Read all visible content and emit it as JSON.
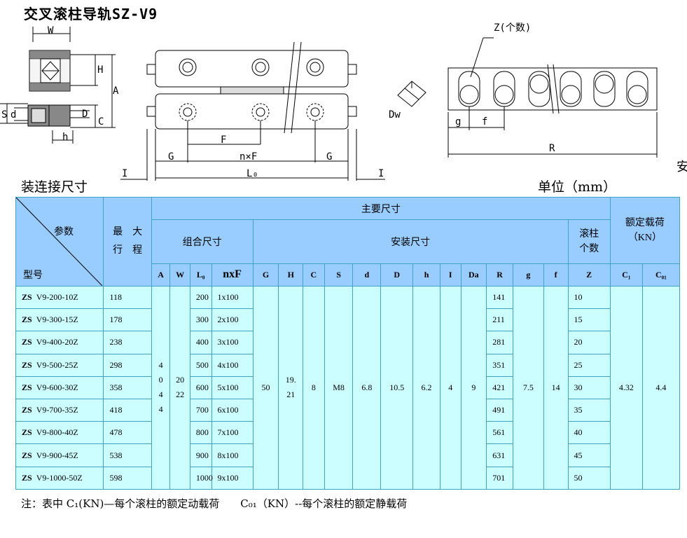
{
  "title": "交叉滚柱导轨SZ-V9",
  "drawing_labels": {
    "W": "W",
    "H": "H",
    "A": "A",
    "S": "S",
    "d": "d",
    "D": "D",
    "C": "C",
    "h": "h",
    "F": "F",
    "G": "G",
    "nF": "n×F",
    "L0": "L₀",
    "I": "I",
    "Dw": "Dw",
    "Z": "Z(个数)",
    "g": "g",
    "f": "f",
    "R": "R"
  },
  "subtitle_left": "装连接尺寸",
  "subtitle_right": "单位（mm）",
  "edge_char": "安",
  "table": {
    "corner_params": "参数",
    "corner_model": "型号",
    "max_stroke_1": "最　大",
    "max_stroke_2": "行　程",
    "main_dims": "主要尺寸",
    "rated_load_1": "额定载荷",
    "rated_load_2": "（KN）",
    "combo_dims": "组合尺寸",
    "install_dims": "安装尺寸",
    "roller_count_1": "滚柱",
    "roller_count_2": "个数",
    "col_A": "A",
    "col_W": "W",
    "col_L0": "L₀",
    "col_nxF": "nxF",
    "col_G": "G",
    "col_H": "H",
    "col_C": "C",
    "col_S": "S",
    "col_d": "d",
    "col_D": "D",
    "col_h": "h",
    "col_I": "I",
    "col_Da": "Da",
    "col_R": "R",
    "col_g": "g",
    "col_f": "f",
    "col_Z": "Z",
    "col_C1": "C₁",
    "col_C01": "C₀₁",
    "rows": [
      {
        "prefix": "ZS",
        "model": "V9-200-10Z",
        "stroke": "118",
        "L0": "200",
        "nF": "1x100",
        "R": "141",
        "Z": "10"
      },
      {
        "prefix": "ZS",
        "model": "V9-300-15Z",
        "stroke": "178",
        "L0": "300",
        "nF": "2x100",
        "R": "211",
        "Z": "15"
      },
      {
        "prefix": "ZS",
        "model": "V9-400-20Z",
        "stroke": "238",
        "L0": "400",
        "nF": "3x100",
        "R": "281",
        "Z": "20"
      },
      {
        "prefix": "ZS",
        "model": "V9-500-25Z",
        "stroke": "298",
        "L0": "500",
        "nF": "4x100",
        "R": "351",
        "Z": "25"
      },
      {
        "prefix": "ZS",
        "model": "V9-600-30Z",
        "stroke": "358",
        "L0": "600",
        "nF": "5x100",
        "R": "421",
        "Z": "30"
      },
      {
        "prefix": "ZS",
        "model": "V9-700-35Z",
        "stroke": "418",
        "L0": "700",
        "nF": "6x100",
        "R": "491",
        "Z": "35"
      },
      {
        "prefix": "ZS",
        "model": "V9-800-40Z",
        "stroke": "478",
        "L0": "800",
        "nF": "7x100",
        "R": "561",
        "Z": "40"
      },
      {
        "prefix": "ZS",
        "model": "V9-900-45Z",
        "stroke": "538",
        "L0": "900",
        "nF": "8x100",
        "R": "631",
        "Z": "45"
      },
      {
        "prefix": "ZS",
        "model": "V9-1000-50Z",
        "stroke": "598",
        "L0": "1000",
        "nF": "9x100",
        "R": "701",
        "Z": "50"
      }
    ],
    "shared": {
      "A_1": "4",
      "A_2": "0",
      "A_3": "4",
      "A_4": "4",
      "W_1": "20",
      "W_2": "22",
      "G": "50",
      "H_1": "19.",
      "H_2": "21",
      "C": "8",
      "S": "M8",
      "d": "6.8",
      "D": "10.5",
      "h": "6.2",
      "I": "4",
      "Da": "9",
      "g": "7.5",
      "f": "14",
      "C1": "4.32",
      "C01": "4.4"
    }
  },
  "note": "注：表中 C₁(KN)—每个滚柱的额定动载荷　　C₀₁（KN）--每个滚柱的额定静载荷"
}
